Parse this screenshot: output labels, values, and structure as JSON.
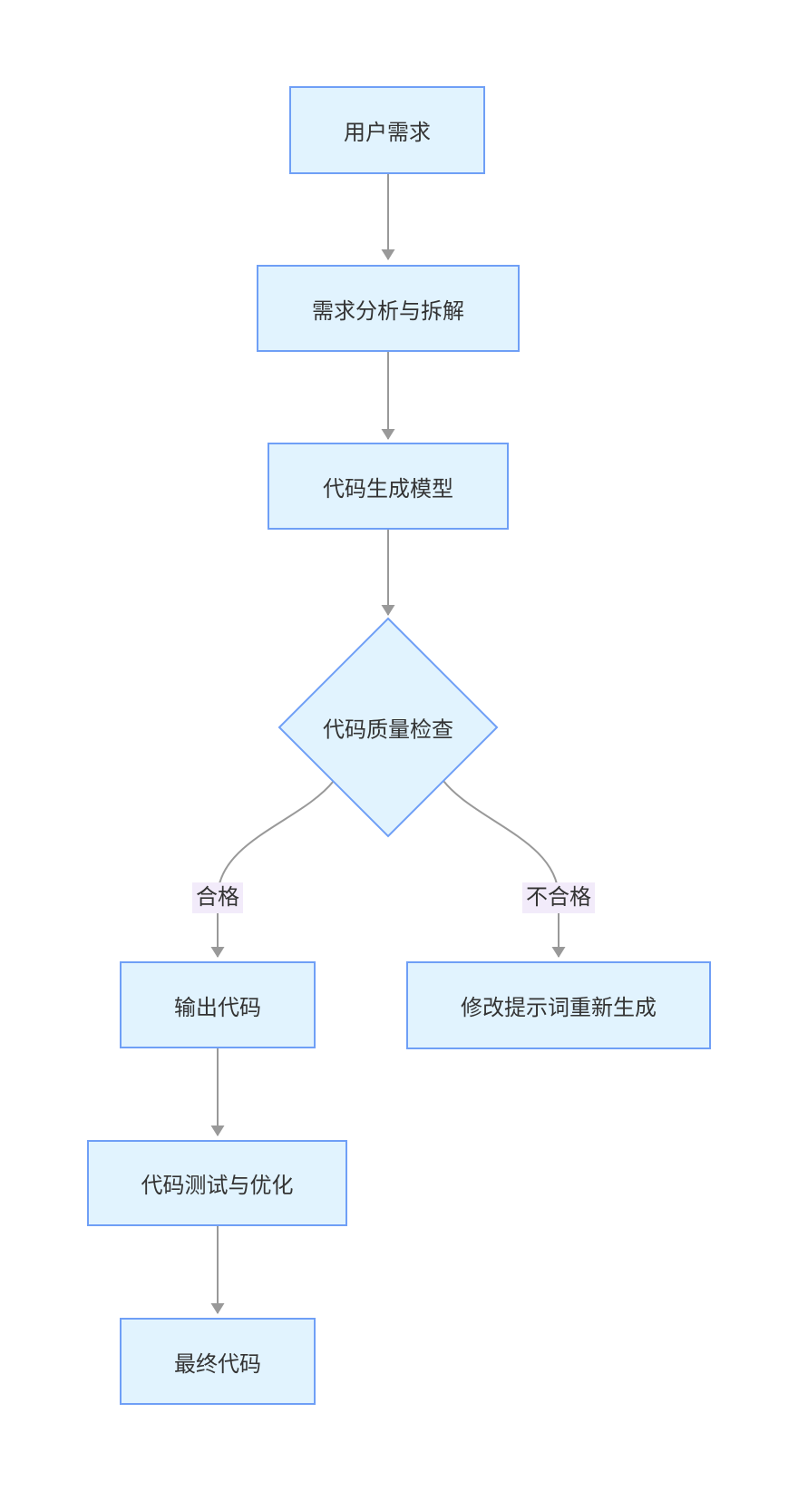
{
  "diagram": {
    "type": "flowchart",
    "direction": "top-down",
    "nodes": [
      {
        "id": "user-requirement",
        "label": "用户需求",
        "shape": "rectangle"
      },
      {
        "id": "requirement-analysis",
        "label": "需求分析与拆解",
        "shape": "rectangle"
      },
      {
        "id": "code-generation-model",
        "label": "代码生成模型",
        "shape": "rectangle"
      },
      {
        "id": "code-quality-check",
        "label": "代码质量检查",
        "shape": "diamond"
      },
      {
        "id": "output-code",
        "label": "输出代码",
        "shape": "rectangle"
      },
      {
        "id": "modify-prompt-regenerate",
        "label": "修改提示词重新生成",
        "shape": "rectangle"
      },
      {
        "id": "code-test-optimize",
        "label": "代码测试与优化",
        "shape": "rectangle"
      },
      {
        "id": "final-code",
        "label": "最终代码",
        "shape": "rectangle"
      }
    ],
    "edges": [
      {
        "from": "user-requirement",
        "to": "requirement-analysis",
        "label": ""
      },
      {
        "from": "requirement-analysis",
        "to": "code-generation-model",
        "label": ""
      },
      {
        "from": "code-generation-model",
        "to": "code-quality-check",
        "label": ""
      },
      {
        "from": "code-quality-check",
        "to": "output-code",
        "label": "合格"
      },
      {
        "from": "code-quality-check",
        "to": "modify-prompt-regenerate",
        "label": "不合格"
      },
      {
        "from": "output-code",
        "to": "code-test-optimize",
        "label": ""
      },
      {
        "from": "code-test-optimize",
        "to": "final-code",
        "label": ""
      }
    ],
    "colors": {
      "canvas_bg": "#ffffff",
      "node_fill": "#e1f3fe",
      "node_stroke": "#6f9ff6",
      "edge_color": "#999999",
      "edge_label_bg": "#f2ebfa",
      "text_color": "#333333"
    }
  }
}
